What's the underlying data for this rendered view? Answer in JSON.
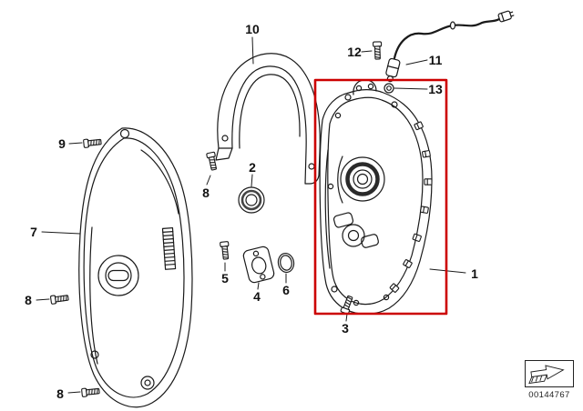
{
  "diagram": {
    "title": "timing-chain-cover-exploded-diagram",
    "background_color": "#ffffff",
    "line_color": "#1a1a1a",
    "highlight_color": "#cc0000",
    "highlighted_part": "1"
  },
  "callouts": [
    {
      "part": "10",
      "label": "10"
    },
    {
      "part": "12",
      "label": "12"
    },
    {
      "part": "11",
      "label": "11"
    },
    {
      "part": "13",
      "label": "13"
    },
    {
      "part": "9",
      "label": "9"
    },
    {
      "part": "8",
      "label": "8"
    },
    {
      "part": "2",
      "label": "2"
    },
    {
      "part": "7",
      "label": "7"
    },
    {
      "part": "5",
      "label": "5"
    },
    {
      "part": "4",
      "label": "4"
    },
    {
      "part": "6",
      "label": "6"
    },
    {
      "part": "8",
      "label": "8"
    },
    {
      "part": "3",
      "label": "3"
    },
    {
      "part": "1",
      "label": "1"
    },
    {
      "part": "8",
      "label": "8"
    }
  ],
  "footer": {
    "diagram_number": "00144767",
    "arrow_icon": "direction-arrow-icon"
  }
}
